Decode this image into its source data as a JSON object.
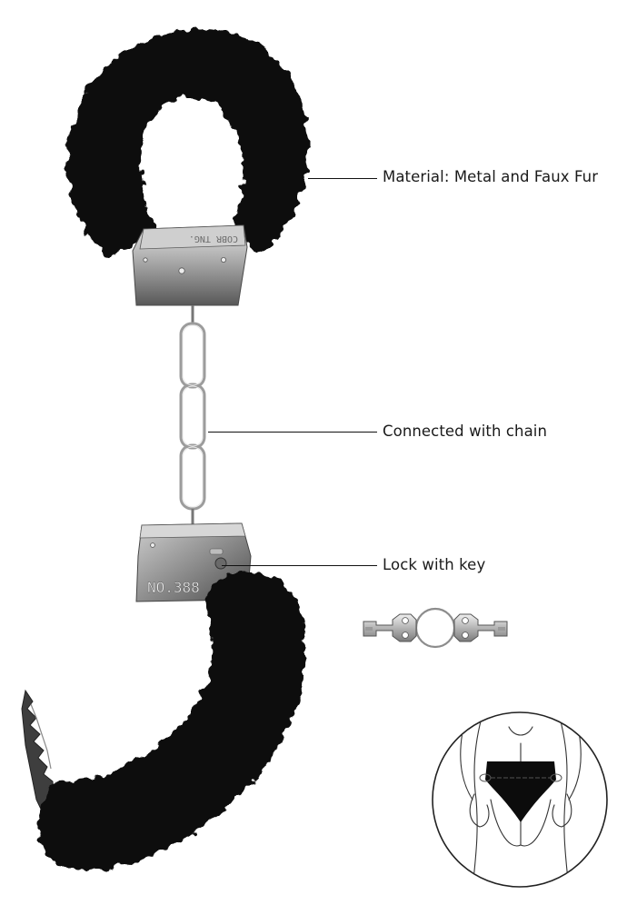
{
  "callouts": {
    "material": "Material: Metal and Faux Fur",
    "chain": "Connected with chain",
    "lock": "Lock with key"
  },
  "stamps": {
    "model": "NO.388"
  },
  "colors": {
    "fur": "#0c0c0c",
    "metal_light": "#d9d9d9",
    "metal_dark": "#5e5e5e",
    "line": "#111111",
    "background": "#ffffff"
  },
  "icons": [
    "handcuffs-illustration",
    "keys-icon",
    "usage-illustration"
  ]
}
